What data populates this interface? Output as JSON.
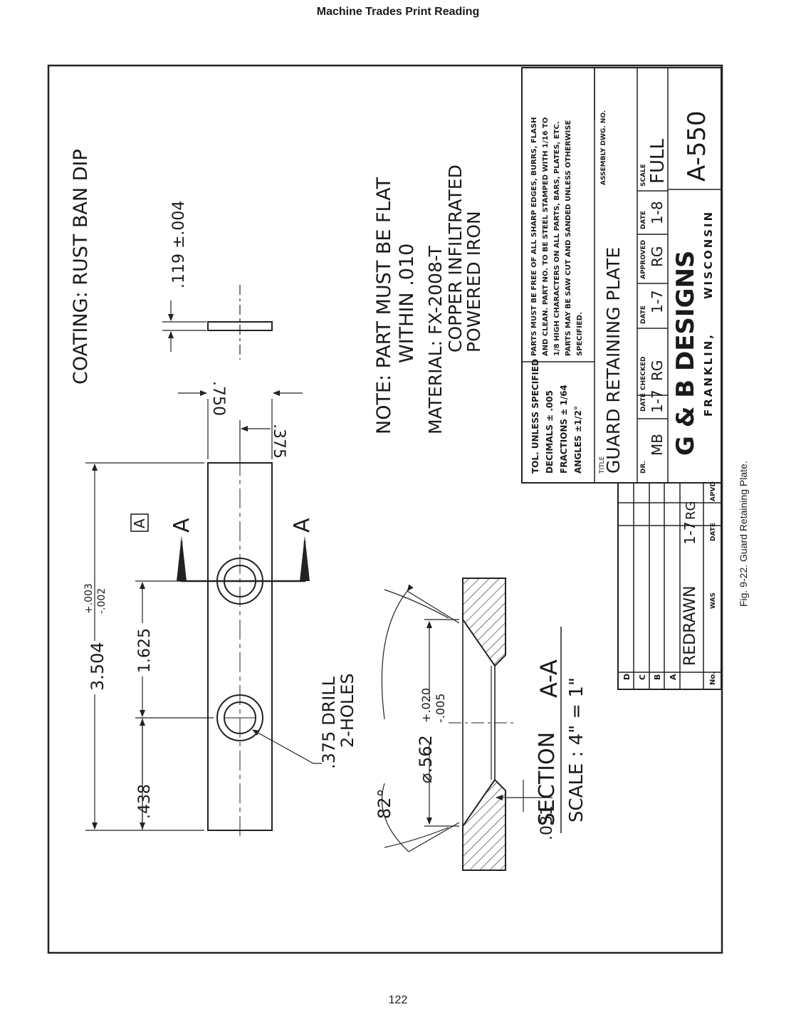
{
  "page": {
    "header": "Machine Trades Print Reading",
    "page_number": "122",
    "caption": "Fig. 9-22. Guard Retaining Plate."
  },
  "notes": {
    "coating": "COATING: RUST BAN DIP",
    "note_l1": "NOTE: PART MUST BE FLAT",
    "note_l2": "WITHIN .010",
    "mat_l1": "MATERIAL: FX-2008-T",
    "mat_l2": "COPPER INFILTRATED",
    "mat_l3": "POWERED IRON"
  },
  "dims": {
    "overall": "3.504",
    "overall_tol_plus": "+.003",
    "overall_tol_minus": "-.002",
    "pitch": "1.625",
    "edge": ".438",
    "hole": ".375 DRILL",
    "hole_count": "2-HOLES",
    "width": ".750",
    "half_width": ".375",
    "thickness": ".119 ±.004",
    "datum": "A",
    "section_mark": "A"
  },
  "section": {
    "title": "SECTION",
    "label": "A-A",
    "scale": "SCALE : 4\" = 1\"",
    "angle": "82°",
    "diameter": "⌀.562",
    "dia_plus": "+.020",
    "dia_minus": "-.005",
    "depth": ".031"
  },
  "tolerance": {
    "title": "TOL. UNLESS SPECIFIED",
    "decimals": "DECIMALS ± .005",
    "fractions": "FRACTIONS ± 1/64",
    "angles": "ANGLES ±1/2°"
  },
  "general_notes": [
    "PARTS MUST BE FREE OF ALL SHARP EDGES, BURRS, FLASH",
    "AND CLEAN. PART NO. TO BE STEEL STAMPED WITH 1/16 TO",
    "1/8 HIGH CHARACTERS ON ALL PARTS, BARS, PLATES, ETC.",
    "PARTS MAY BE SAW CUT AND SANDED UNLESS OTHERWISE",
    "SPECIFIED."
  ],
  "title_block": {
    "title_label": "TITLE",
    "title": "GUARD RETAINING PLATE",
    "assembly_label": "ASSEMBLY DWG. NO.",
    "dr_label": "DR.",
    "dr": "MB",
    "date_label": "DATE",
    "dr_date": "1-7",
    "checked_label": "CHECKED",
    "checked": "RG",
    "checked_date": "1-7",
    "approved_label": "APPROVED",
    "approved": "RG",
    "approved_date": "1-8",
    "scale_label": "SCALE",
    "scale": "FULL",
    "company": "G & B DESIGNS",
    "city": "FRANKLIN,",
    "state": "WISCONSIN",
    "dwg_no": "A-550"
  },
  "revisions": {
    "rows": [
      {
        "letter": "D",
        "was": "",
        "date": "",
        "apvd": ""
      },
      {
        "letter": "C",
        "was": "",
        "date": "",
        "apvd": ""
      },
      {
        "letter": "B",
        "was": "",
        "date": "",
        "apvd": ""
      },
      {
        "letter": "A",
        "was": "REDRAWN",
        "date": "1-7",
        "apvd": "RG"
      }
    ],
    "no_label": "No.",
    "was_label": "WAS",
    "date_label": "DATE",
    "apvd_label": "APVD"
  }
}
